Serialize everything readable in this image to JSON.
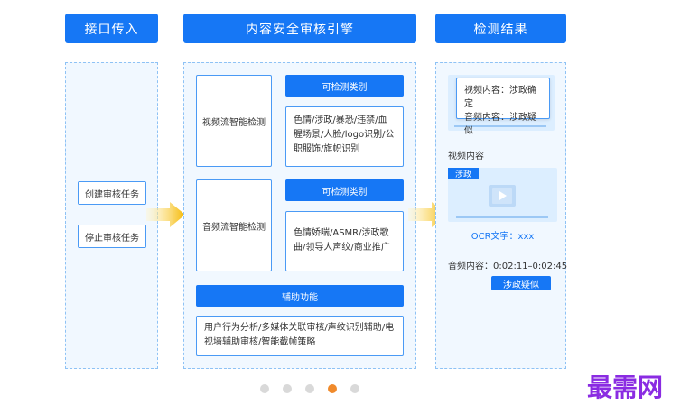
{
  "headers": {
    "input": "接口传入",
    "engine": "内容安全审核引擎",
    "result": "检测结果"
  },
  "input_buttons": {
    "create": "创建审核任务",
    "stop": "停止审核任务"
  },
  "engine": {
    "video": {
      "label": "视频流智能检测",
      "category_title": "可检测类别",
      "categories": "色情/涉政/暴恐/违禁/血腥场景/人脸/logo识别/公职服饰/旗帜识别"
    },
    "audio": {
      "label": "音频流智能检测",
      "category_title": "可检测类别",
      "categories": "色情娇喘/ASMR/涉政歌曲/领导人声纹/商业推广"
    },
    "aux": {
      "title": "辅助功能",
      "content": "用户行为分析/多媒体关联审核/声纹识别辅助/电视墙辅助审核/智能截帧策略"
    }
  },
  "result": {
    "popup_line1": "视频内容：涉政确定",
    "popup_line2": "音频内容：涉政疑似",
    "video_title": "视频内容",
    "video_tag": "涉政",
    "ocr": "OCR文字：xxx",
    "audio_line": "音频内容：0:02:11–0:02:45",
    "audio_tag": "涉政疑似"
  },
  "pagination": {
    "count": 5,
    "active_index": 3
  },
  "watermark": "最需网",
  "colors": {
    "primary": "#1677f5",
    "arrow": "#f5b800",
    "dot_active": "#f08a2b",
    "watermark": "#8a2be2"
  }
}
